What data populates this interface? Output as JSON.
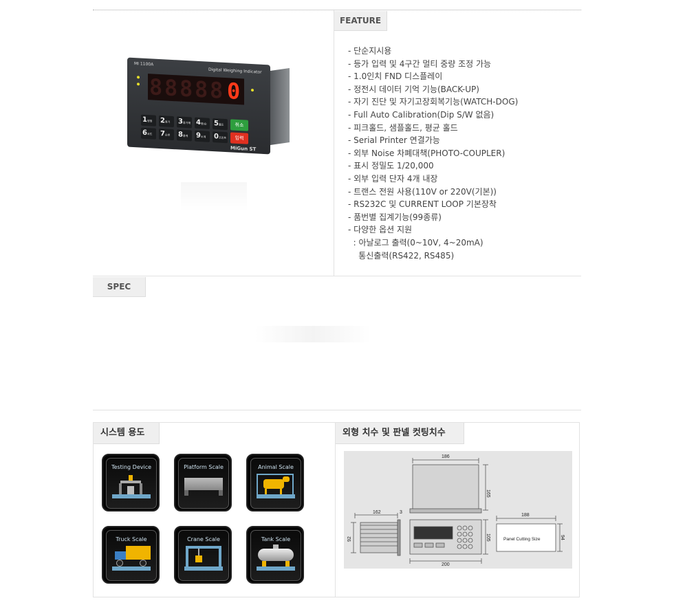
{
  "feature": {
    "tab_label": "FEATURE",
    "items": [
      "- 단순지시용",
      "- 등가 입력 및 4구간 멀티 중량 조정 가능",
      "- 1.0인치 FND 디스플레이",
      "- 정전시 데이터 기억 기능(BACK-UP)",
      "- 자기 진단 및 자기고장회복기능(WATCH-DOG)",
      "- Full Auto Calibration(Dip S/W 없음)",
      "- 피크홀드, 샘플홀드, 평균 홀드",
      "- Serial Printer 연결가능",
      "- 외부 Noise 차폐대책(PHOTO-COUPLER)",
      "- 표시 정밀도 1/20,000",
      "- 외부 입력 단자 4개 내장",
      "- 트랜스 전원 사용(110V or 220V(기본))",
      "- RS232C 및 CURRENT LOOP 기본장착",
      "- 품번별 집계기능(99종류)",
      "- 다양한 옵션 지원",
      "  : 아날로그 출력(0~10V, 4~20mA)",
      "    통신출력(RS422, RS485)"
    ]
  },
  "device": {
    "model": "MI 1100A",
    "title": "Digital Weighing Indicator",
    "display_digits": [
      "8",
      "8",
      "8",
      "8",
      "8",
      "0"
    ],
    "keys": [
      {
        "num": "1",
        "sub": "영점"
      },
      {
        "num": "2",
        "sub": "용기"
      },
      {
        "num": "3",
        "sub": "용기해제"
      },
      {
        "num": "4",
        "sub": "총/순"
      },
      {
        "num": "5",
        "sub": "홀드"
      },
      {
        "num": "6",
        "sub": "코드"
      },
      {
        "num": "7",
        "sub": "순번"
      },
      {
        "num": "8",
        "sub": "총계"
      },
      {
        "num": "9",
        "sub": "소계"
      },
      {
        "num": "0",
        "sub": "프린트"
      }
    ],
    "cancel_key": "취소",
    "enter_key": "입력",
    "brand": "MiGun ST"
  },
  "spec": {
    "tab_label": "SPEC"
  },
  "system_use": {
    "tab_label": "시스템 용도",
    "apps": [
      {
        "label": "Testing Device",
        "icon": "testing-device-icon"
      },
      {
        "label": "Platform Scale",
        "icon": "platform-scale-icon"
      },
      {
        "label": "Animal Scale",
        "icon": "animal-scale-icon"
      },
      {
        "label": "Truck Scale",
        "icon": "truck-scale-icon"
      },
      {
        "label": "Crane Scale",
        "icon": "crane-scale-icon"
      },
      {
        "label": "Tank Scale",
        "icon": "tank-scale-icon"
      }
    ]
  },
  "dimensions": {
    "tab_label": "외형 치수 및 판넬 컷팅치수",
    "top_width": "186",
    "top_height": "165",
    "side_depth": "162",
    "side_gap": "3",
    "side_height": "92",
    "front_width": "200",
    "front_height": "105",
    "cut_width": "188",
    "cut_height": "94",
    "cut_label": "Panel Cutting  Size"
  }
}
